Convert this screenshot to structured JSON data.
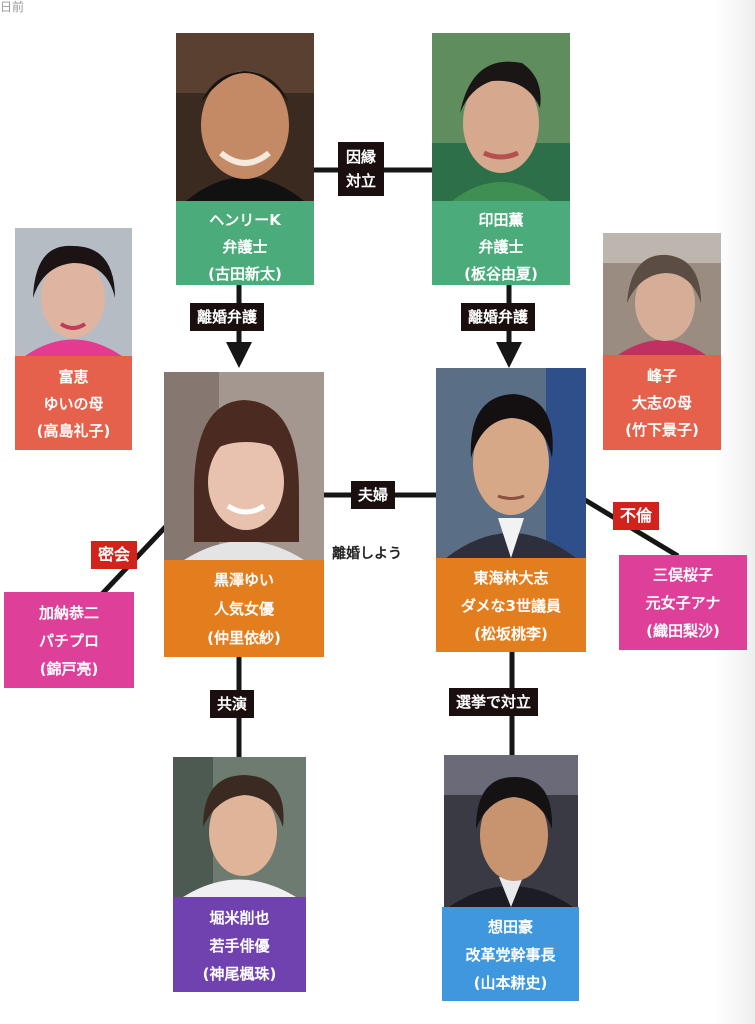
{
  "header": {
    "note": "日前"
  },
  "colors": {
    "green": "#4cab7b",
    "red": "#e5614b",
    "orange": "#e37e1f",
    "pink": "#dd3f99",
    "purple": "#7042b0",
    "blue": "#3f97de",
    "label": "#1b0e0f",
    "label_red": "#d1231b"
  },
  "people": {
    "henry": {
      "lines": [
        "ヘンリーK",
        "弁護士",
        "(古田新太)"
      ]
    },
    "inda": {
      "lines": [
        "印田薫",
        "弁護士",
        "(板谷由夏)"
      ]
    },
    "tomie": {
      "lines": [
        "富恵",
        "ゆいの母",
        "(高島礼子)"
      ]
    },
    "mineko": {
      "lines": [
        "峰子",
        "大志の母",
        "(竹下景子)"
      ]
    },
    "yui": {
      "lines": [
        "黒澤ゆい",
        "人気女優",
        "(仲里依紗)"
      ]
    },
    "taishi": {
      "lines": [
        "東海林大志",
        "ダメな3世議員",
        "(松坂桃李)"
      ]
    },
    "kanou": {
      "lines": [
        "加納恭二",
        "パチプロ",
        "(錦戸亮)"
      ]
    },
    "mimata": {
      "lines": [
        "三俣桜子",
        "元女子アナ",
        "(織田梨沙)"
      ]
    },
    "horigome": {
      "lines": [
        "堀米削也",
        "若手俳優",
        "(神尾楓珠)"
      ]
    },
    "souda": {
      "lines": [
        "想田豪",
        "改革党幹事長",
        "(山本耕史)"
      ]
    }
  },
  "relations": {
    "innen": [
      "因縁",
      "対立"
    ],
    "rikon_bengo_left": "離婚弁護",
    "rikon_bengo_right": "離婚弁護",
    "fuufu": "夫婦",
    "rikon_shiyou": "離婚しよう",
    "mikkai": "密会",
    "furin": "不倫",
    "kyouen": "共演",
    "senkyo": "選挙で対立"
  }
}
